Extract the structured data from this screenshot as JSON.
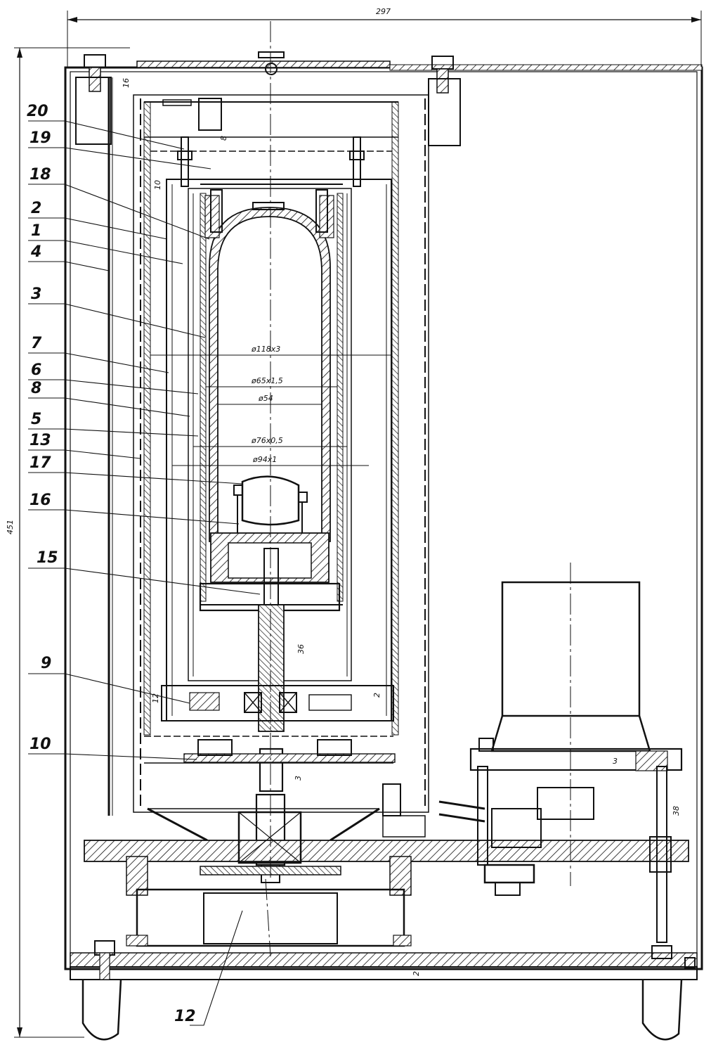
{
  "drawing": {
    "colors": {
      "ink": "#111111",
      "paper": "#ffffff"
    },
    "overall_dimensions": {
      "width": "297",
      "height": "451"
    },
    "part_labels": {
      "p20": "20",
      "p19": "19",
      "p18": "18",
      "p2": "2",
      "p1": "1",
      "p4": "4",
      "p3": "3",
      "p7": "7",
      "p6": "6",
      "p8": "8",
      "p5": "5",
      "p13": "13",
      "p17": "17",
      "p16": "16",
      "p15": "15",
      "p9": "9",
      "p10": "10",
      "p12": "12"
    },
    "dimension_labels": {
      "d16": "16",
      "d8": "8",
      "d10": "10",
      "d118": "ø118x3",
      "d65": "ø65x1,5",
      "d54": "ø54",
      "d76": "ø76x0,5",
      "d94": "ø94x1",
      "d36": "36",
      "d2a": "2",
      "d12": "12",
      "d3a": "3",
      "d3b": "3",
      "d38": "38",
      "d2b": "2"
    }
  }
}
